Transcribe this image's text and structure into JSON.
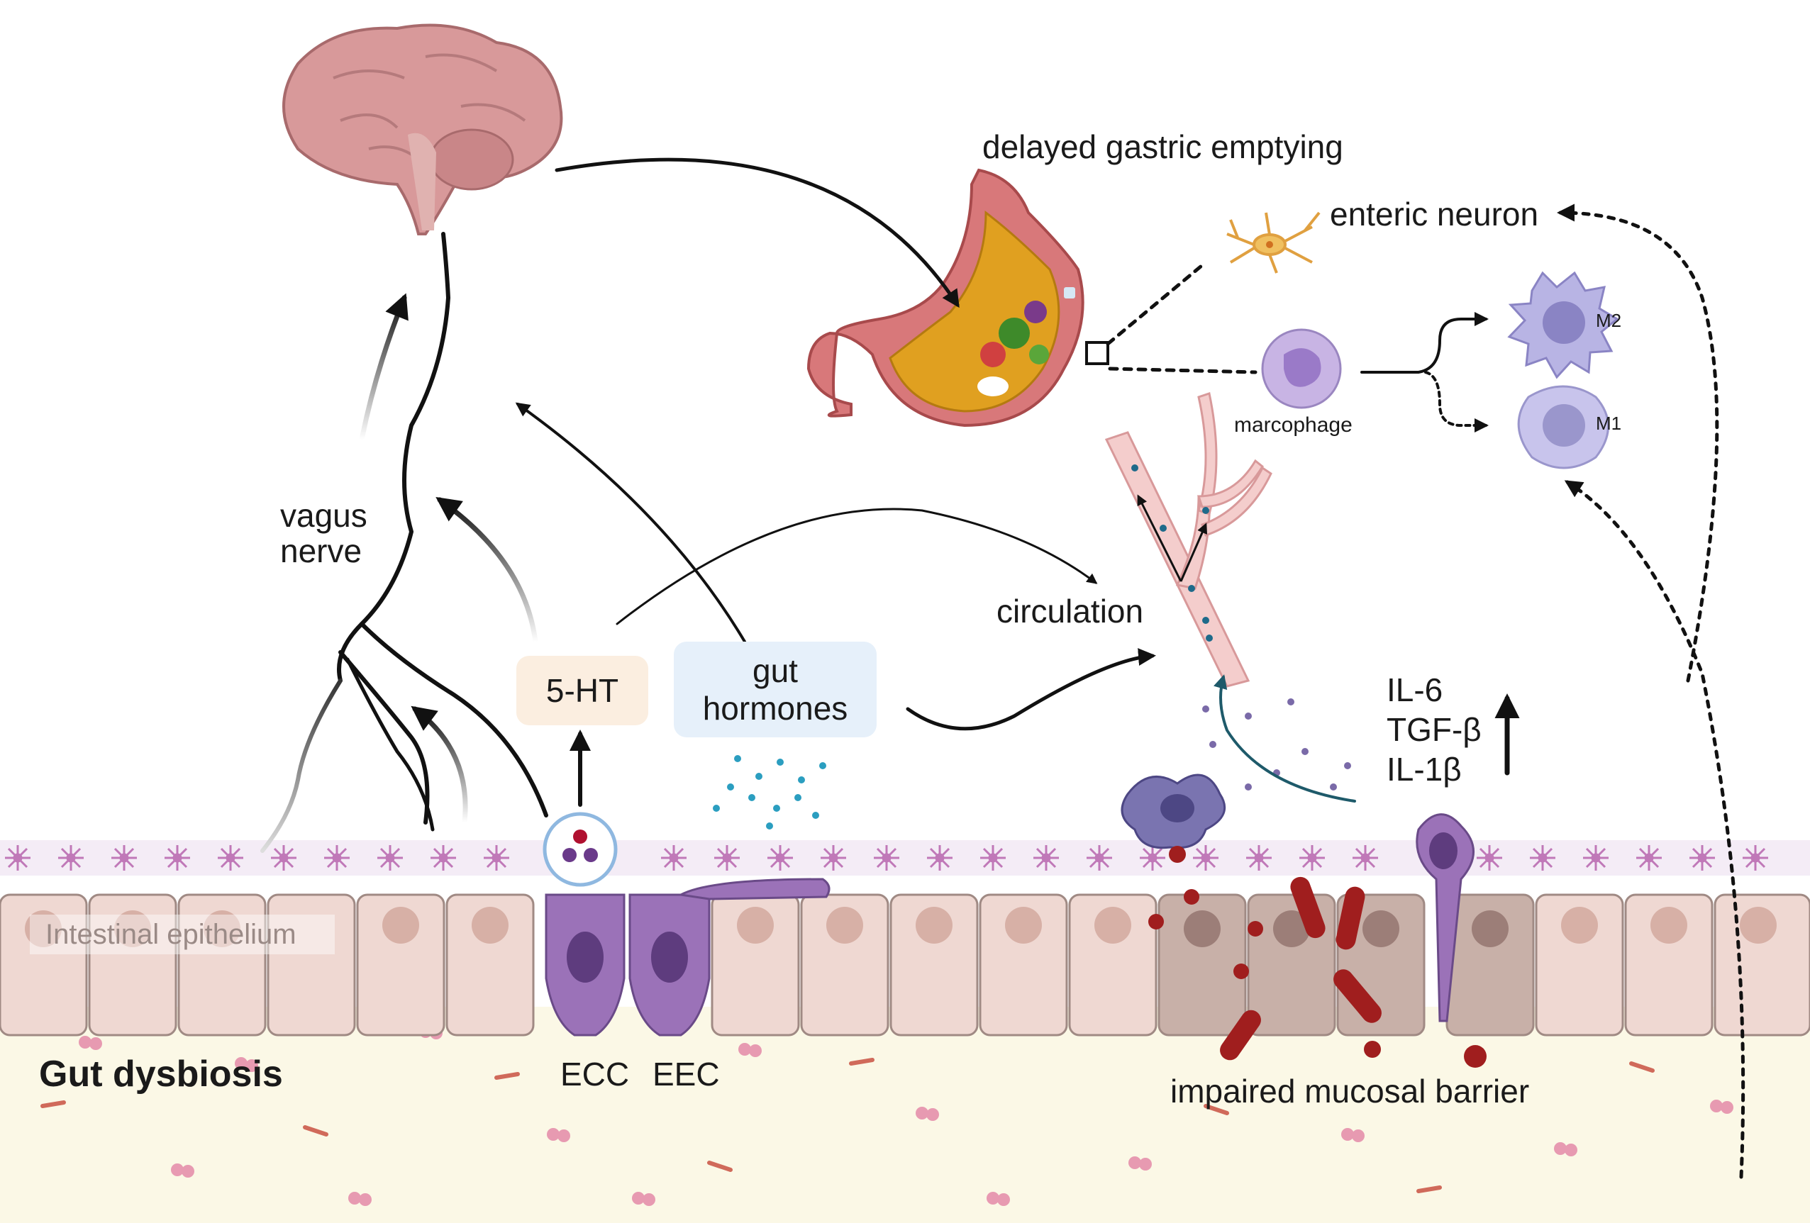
{
  "labels": {
    "delayed_gastric_emptying": "delayed gastric emptying",
    "enteric_neuron": "enteric neuron",
    "m2": "M2",
    "m1": "M1",
    "macrophage": "marcophage",
    "vagus_nerve_line1": "vagus",
    "vagus_nerve_line2": "nerve",
    "circulation": "circulation",
    "five_ht": "5-HT",
    "gut_hormones_line1": "gut",
    "gut_hormones_line2": "hormones",
    "il6": "IL-6",
    "tgfb": "TGF-β",
    "il1b": "IL-1β",
    "intestinal_epithelium": "Intestinal epithelium",
    "gut_dysbiosis": "Gut dysbiosis",
    "ecc": "ECC",
    "eec": "EEC",
    "impaired_mucosal_barrier": "impaired mucosal barrier"
  },
  "colors": {
    "five_ht_box": "#fbeee0",
    "gut_hormones_box": "#e6f0fa",
    "epithelial_cell": "#efd8d2",
    "damaged_cell": "#c8b0a8",
    "enteroendocrine_cell": "#9b72b8",
    "lumen": "#fbf8e6",
    "blood_cell": "#a01e1e",
    "macrophage": "#b9a8dc",
    "brain": "#d8999a",
    "stomach": "#e0a020"
  }
}
